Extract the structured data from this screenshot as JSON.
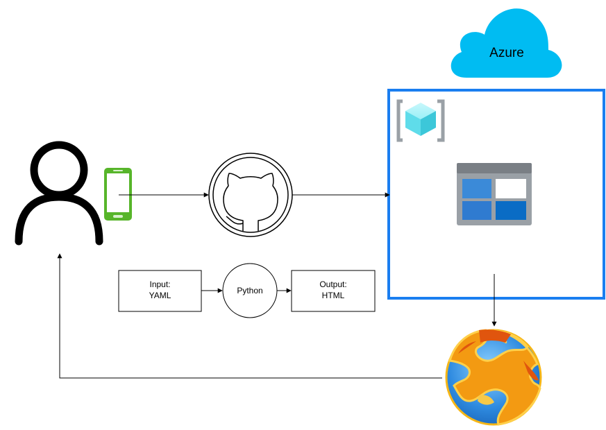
{
  "diagram": {
    "cloud": {
      "label": "Azure",
      "color": "#00bcf2"
    },
    "nodes": {
      "user": {
        "icon": "user-icon"
      },
      "phone": {
        "icon": "mobile-phone-icon",
        "color": "#57b52a"
      },
      "github": {
        "icon": "github-icon"
      },
      "azure_region": {
        "border_color": "#1a7ef0"
      },
      "resource_group": {
        "icon": "resource-group-icon",
        "color": "#7fe5f2"
      },
      "static_web_app": {
        "icon": "static-web-app-icon",
        "color": "#0072c6"
      },
      "browser": {
        "icon": "globe-icon"
      },
      "input": {
        "line1": "Input:",
        "line2": "YAML"
      },
      "python": {
        "label": "Python"
      },
      "output": {
        "line1": "Output:",
        "line2": "HTML"
      }
    }
  }
}
